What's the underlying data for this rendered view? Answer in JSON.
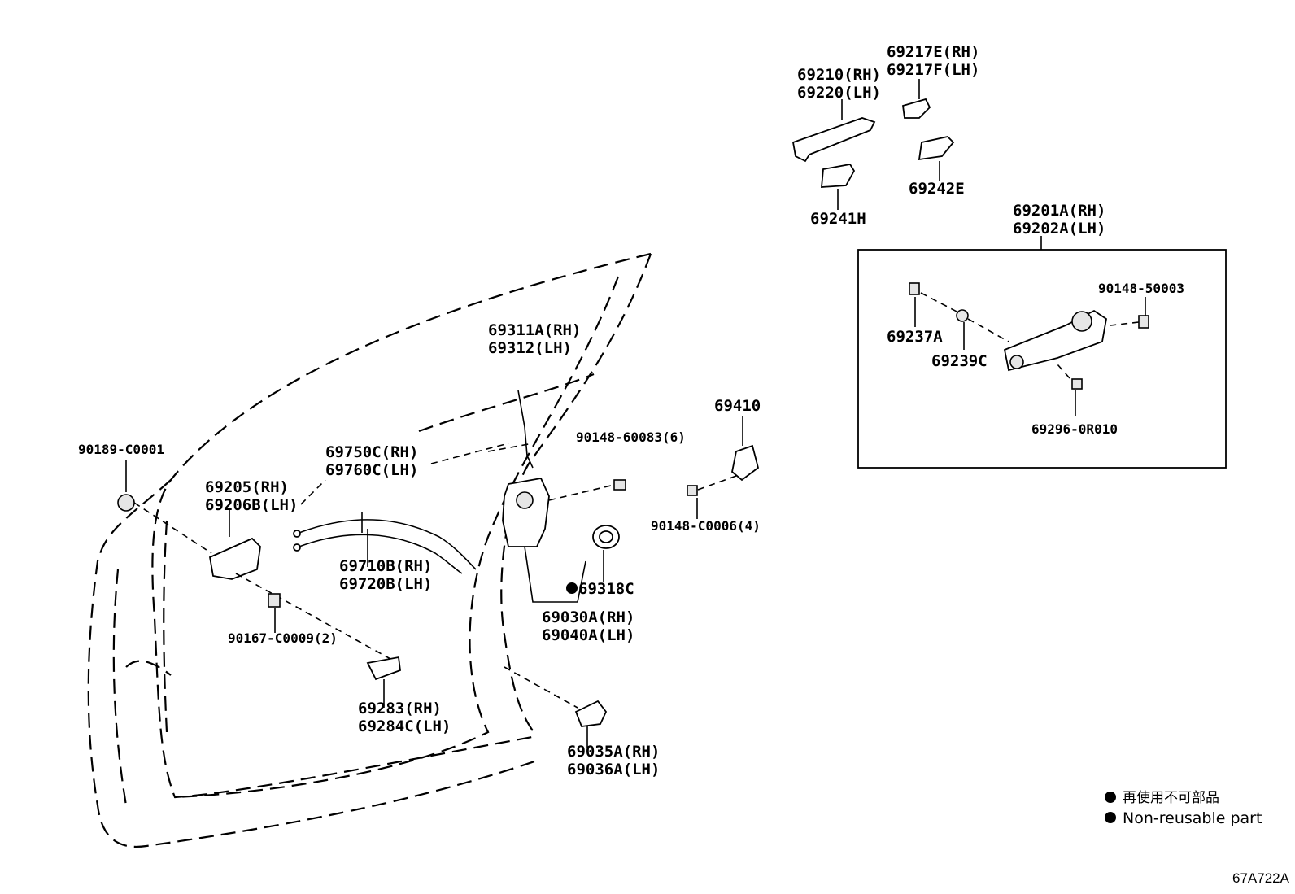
{
  "parts": {
    "p69217": [
      "69217E(RH)",
      "69217F(LH)"
    ],
    "p69210": [
      "69210(RH)",
      "69220(LH)"
    ],
    "p69242": [
      "69242E"
    ],
    "p69241": [
      "69241H"
    ],
    "p69201": [
      "69201A(RH)",
      "69202A(LH)"
    ],
    "p90148_50003": [
      "90148-50003"
    ],
    "p69237": [
      "69237A"
    ],
    "p69239": [
      "69239C"
    ],
    "p69296": [
      "69296-0R010"
    ],
    "p69311": [
      "69311A(RH)",
      "69312(LH)"
    ],
    "p69410": [
      "69410"
    ],
    "p90148_60083": [
      "90148-60083(6)"
    ],
    "p90148_C0006": [
      "90148-C0006(4)"
    ],
    "p90189": [
      "90189-C0001"
    ],
    "p69750": [
      "69750C(RH)",
      "69760C(LH)"
    ],
    "p69205": [
      "69205(RH)",
      "69206B(LH)"
    ],
    "p69710": [
      "69710B(RH)",
      "69720B(LH)"
    ],
    "p69318": [
      "69318C"
    ],
    "p69030": [
      "69030A(RH)",
      "69040A(LH)"
    ],
    "p90167": [
      "90167-C0009(2)"
    ],
    "p69283": [
      "69283(RH)",
      "69284C(LH)"
    ],
    "p69035": [
      "69035A(RH)",
      "69036A(LH)"
    ]
  },
  "legend": {
    "line_jp": "再使用不可部品",
    "line_en": "Non-reusable part"
  },
  "figure_id": "67A722A"
}
